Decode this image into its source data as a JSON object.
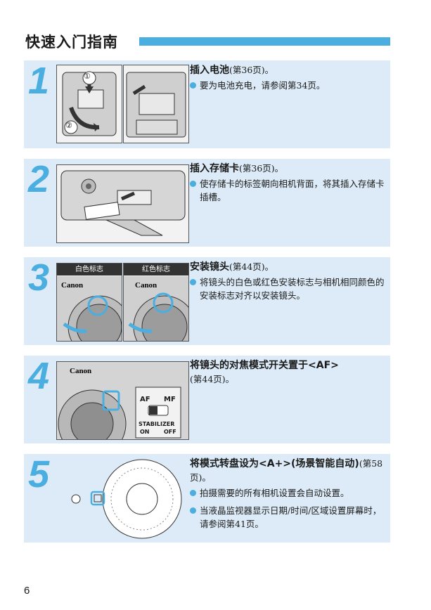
{
  "title": "快速入门指南",
  "page_number": "6",
  "steps": [
    {
      "number": "1",
      "heading": "插入电池",
      "ref": "(第36页)。",
      "bullets": [
        "要为电池充电，请参阅第34页。"
      ],
      "callouts": [
        "①",
        "②"
      ]
    },
    {
      "number": "2",
      "heading": "插入存储卡",
      "ref": "(第36页)。",
      "bullets": [
        "使存储卡的标签朝向相机背面，将其插入存储卡插槽。"
      ]
    },
    {
      "number": "3",
      "heading": "安装镜头",
      "ref": "(第44页)。",
      "bullets": [
        "将镜头的白色或红色安装标志与相机相同颜色的安装标志对齐以安装镜头。"
      ],
      "labels": [
        "白色标志",
        "红色标志"
      ]
    },
    {
      "number": "4",
      "heading": "将镜头的对焦模式开关置于<AF>",
      "ref": "(第44页)。",
      "bullets": [],
      "switch_labels": {
        "af": "AF",
        "mf": "MF",
        "stabilizer": "STABILIZER",
        "on": "ON",
        "off": "OFF"
      }
    },
    {
      "number": "5",
      "heading": "将模式转盘设为<A+>(场景智能自动)",
      "ref": "(第58页)。",
      "bullets": [
        "拍摄需要的所有相机设置会自动设置。",
        "当液晶监视器显示日期/时间/区域设置屏幕时，请参阅第41页。"
      ]
    }
  ]
}
